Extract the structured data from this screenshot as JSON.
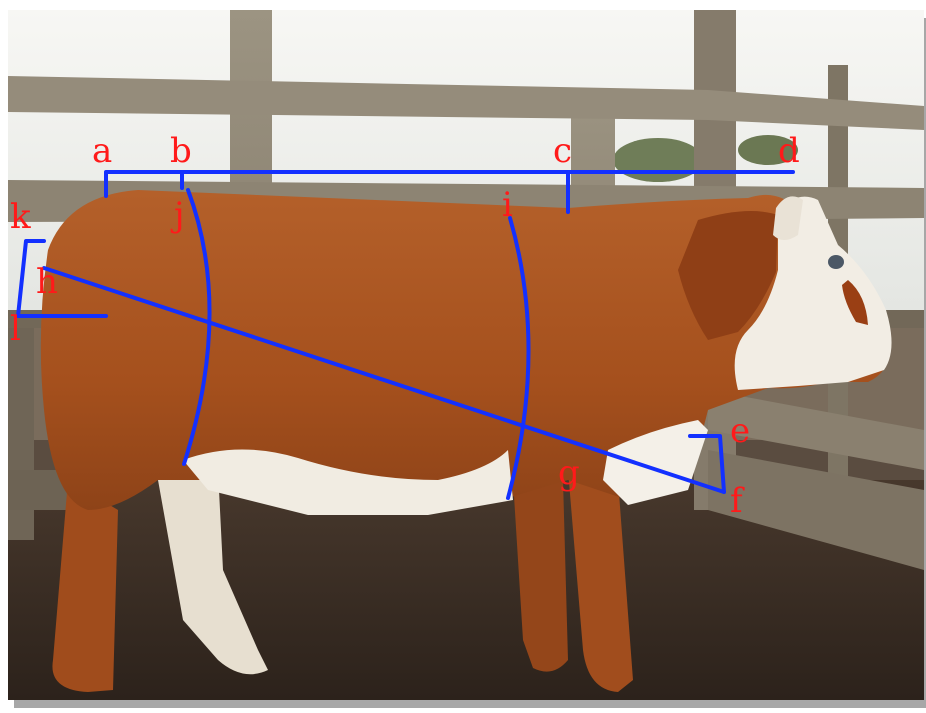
{
  "colors": {
    "label": "#ff1a1a",
    "measure_line": "#1330ff",
    "sky": "#f2f2f2",
    "fence": "#8f8574",
    "ground": "#3a2c22",
    "coat": "#a8521f",
    "white_patch": "#f3efe6"
  },
  "labels": {
    "a": "a",
    "b": "b",
    "c": "c",
    "d": "d",
    "e": "e",
    "f": "f",
    "g": "g",
    "h": "h",
    "i": "i",
    "j": "j",
    "k": "k",
    "l": "l"
  }
}
